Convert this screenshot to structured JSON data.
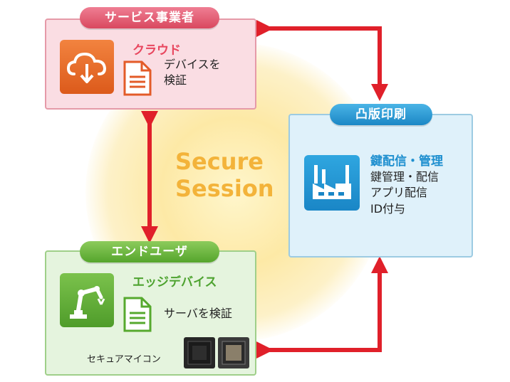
{
  "sections": {
    "service_provider": {
      "title": "サービス事業者",
      "heading": "クラウド",
      "lines": [
        "デバイスを",
        "検証"
      ]
    },
    "toppan": {
      "title": "凸版印刷",
      "heading": "鍵配信・管理",
      "lines": [
        "鍵管理・配信",
        "アプリ配信",
        "ID付与"
      ]
    },
    "end_user": {
      "title": "エンドユーザ",
      "heading": "エッジデバイス",
      "line": "サーバを検証",
      "mcu_label": "セキュアマイコン"
    }
  },
  "center_text": [
    "Secure",
    "Session"
  ],
  "icons": [
    "cloud-download-icon",
    "document-icon",
    "factory-icon",
    "robot-arm-icon",
    "chip-icon"
  ],
  "colors": {
    "service": "#e5566c",
    "toppan": "#2a96d4",
    "user": "#62ad36",
    "secure_text": "#f3b33a",
    "arrow": "#e0202a"
  }
}
